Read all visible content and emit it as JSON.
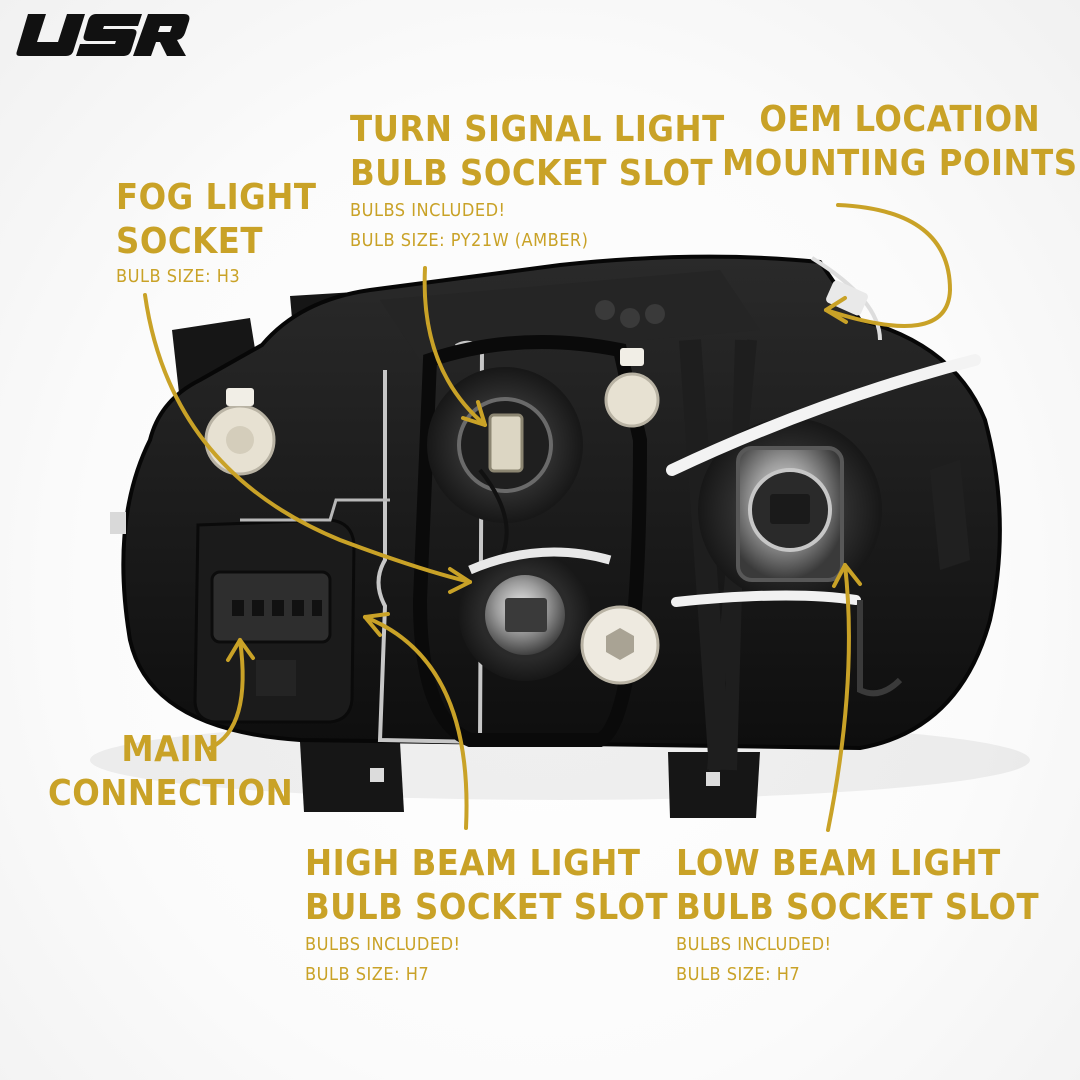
{
  "brand": {
    "logo_text": "USR"
  },
  "colors": {
    "accent": "#C9A227",
    "background": "#FFFFFF",
    "housing": "#141414"
  },
  "callouts": {
    "fog": {
      "title_line1": "FOG LIGHT",
      "title_line2": "SOCKET",
      "sub_line1": "BULB SIZE: H3"
    },
    "turn": {
      "title_line1": "TURN SIGNAL LIGHT",
      "title_line2": "BULB SOCKET SLOT",
      "sub_line1": "BULBS INCLUDED!",
      "sub_line2": "BULB SIZE: PY21W (AMBER)"
    },
    "oem": {
      "title_line1": "OEM LOCATION",
      "title_line2": "MOUNTING POINTS"
    },
    "main": {
      "title_line1": "MAIN",
      "title_line2": "CONNECTION"
    },
    "high": {
      "title_line1": "HIGH BEAM LIGHT",
      "title_line2": "BULB SOCKET SLOT",
      "sub_line1": "BULBS INCLUDED!",
      "sub_line2": "BULB SIZE: H7"
    },
    "low": {
      "title_line1": "LOW BEAM LIGHT",
      "title_line2": "BULB SOCKET SLOT",
      "sub_line1": "BULBS INCLUDED!",
      "sub_line2": "BULB SIZE: H7"
    }
  }
}
